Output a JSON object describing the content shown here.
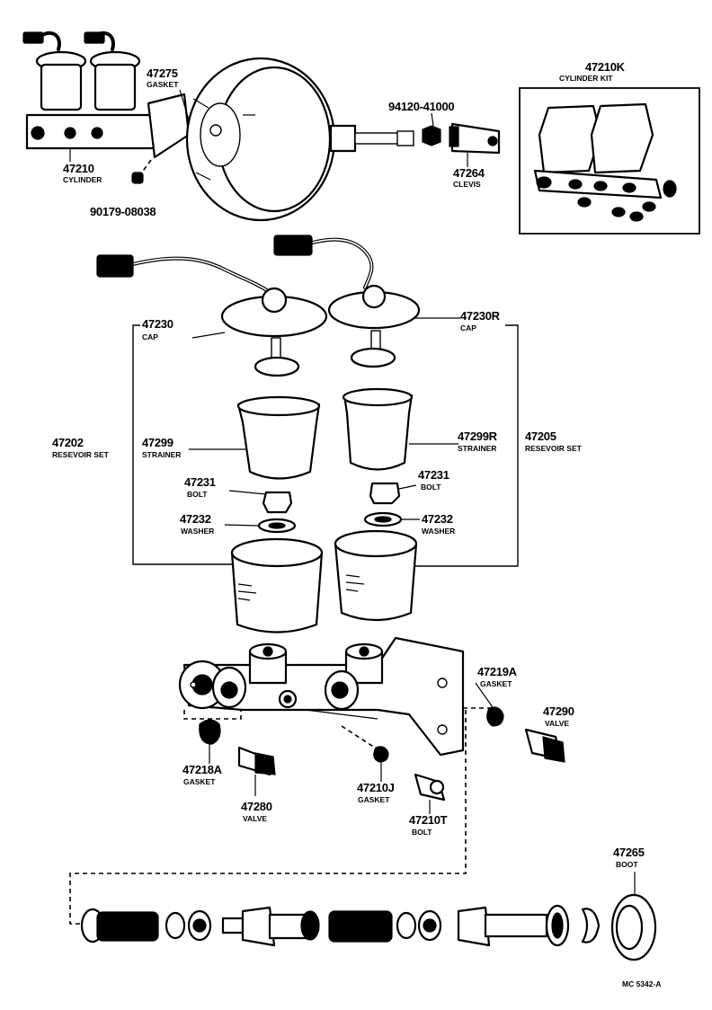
{
  "labels": {
    "l47210": {
      "num": "47210",
      "name": "CYLINDER"
    },
    "l47275": {
      "num": "47275",
      "name": "GASKET"
    },
    "l90179": {
      "num": "90179-08038"
    },
    "l94120": {
      "num": "94120-41000"
    },
    "l47264": {
      "num": "47264",
      "name": "CLEVIS"
    },
    "l47210K": {
      "num": "47210K",
      "name": "CYLINDER KIT"
    },
    "l47230": {
      "num": "47230",
      "name": "CAP"
    },
    "l47230R": {
      "num": "47230R",
      "name": "CAP"
    },
    "l47202": {
      "num": "47202",
      "name": "RESEVOIR SET"
    },
    "l47299": {
      "num": "47299",
      "name": "STRAINER"
    },
    "l47299R": {
      "num": "47299R",
      "name": "STRAINER"
    },
    "l47205": {
      "num": "47205",
      "name": "RESEVOIR SET"
    },
    "l47231a": {
      "num": "47231",
      "name": "BOLT"
    },
    "l47231b": {
      "num": "47231",
      "name": "BOLT"
    },
    "l47232a": {
      "num": "47232",
      "name": "WASHER"
    },
    "l47232b": {
      "num": "47232",
      "name": "WASHER"
    },
    "l47219A": {
      "num": "47219A",
      "name": "GASKET"
    },
    "l47290": {
      "num": "47290",
      "name": "VALVE"
    },
    "l47218A": {
      "num": "47218A",
      "name": "GASKET"
    },
    "l47280": {
      "num": "47280",
      "name": "VALVE"
    },
    "l47210J": {
      "num": "47210J",
      "name": "GASKET"
    },
    "l47210T": {
      "num": "47210T",
      "name": "BOLT"
    },
    "l47265": {
      "num": "47265",
      "name": "BOOT"
    }
  },
  "figure_code": "MC 5342-A"
}
